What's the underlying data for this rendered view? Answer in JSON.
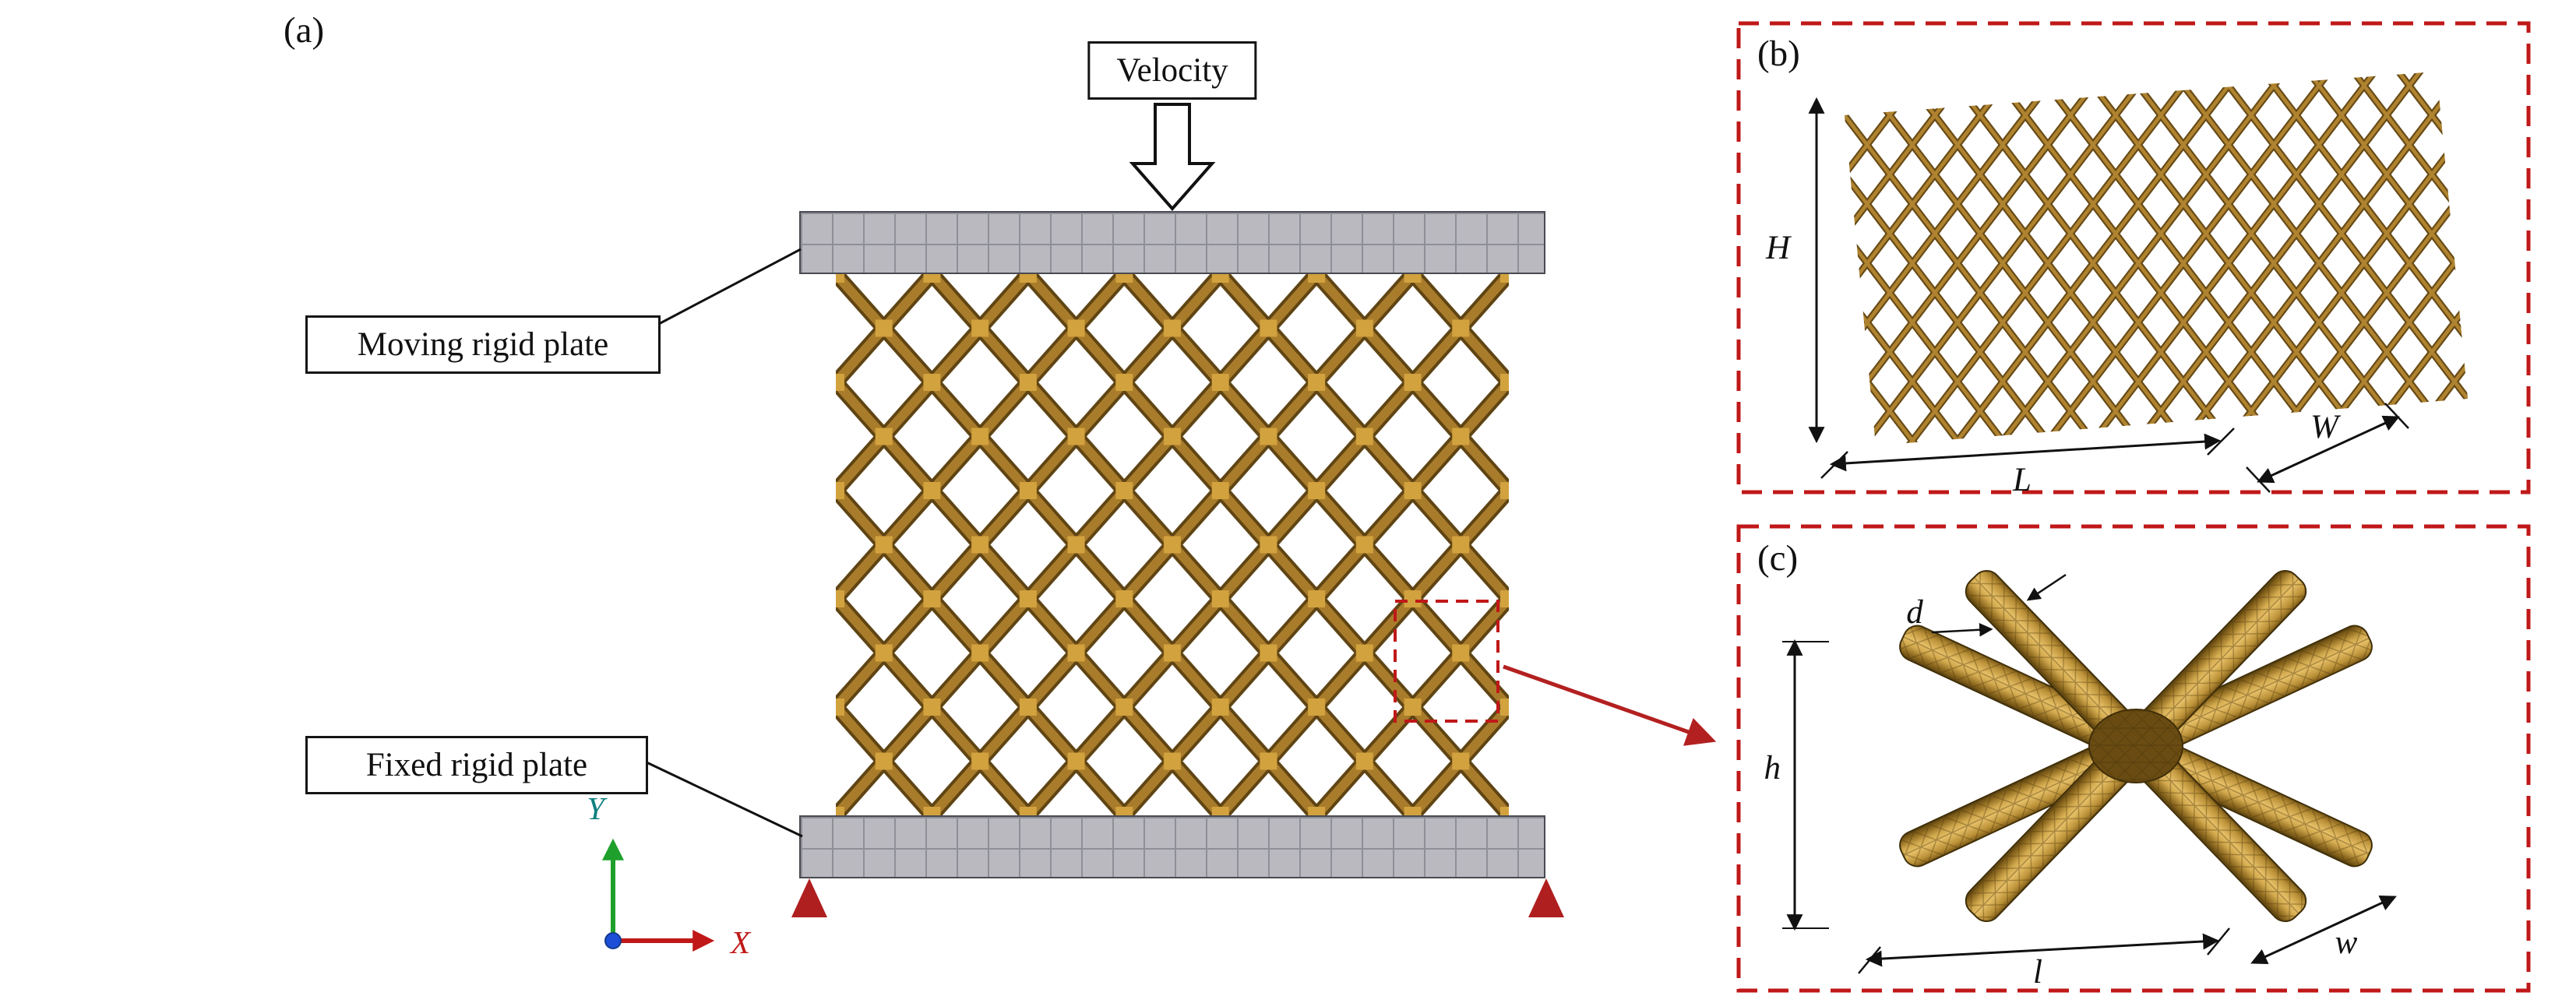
{
  "figure": {
    "panel_a": {
      "label": "(a)",
      "velocity": "Velocity",
      "moving_plate": "Moving rigid plate",
      "fixed_plate": "Fixed rigid plate",
      "axis_x": "X",
      "axis_y": "Y"
    },
    "panel_b": {
      "label": "(b)",
      "dim_height": "H",
      "dim_length": "L",
      "dim_width": "W"
    },
    "panel_c": {
      "label": "(c)",
      "dim_diameter": "d",
      "dim_height": "h",
      "dim_length": "l",
      "dim_width": "w"
    },
    "colors": {
      "lattice_gold": "#a97c2b",
      "lattice_dark": "#5f4413",
      "lattice_node": "#d2a23e",
      "plate_gray": "#b9b9bf",
      "plate_grid": "#8f8f98",
      "support_red": "#b01f1f",
      "frame_dash_red": "#c01818",
      "connector_red": "#b32020",
      "axis_x_red": "#c01818",
      "axis_y_green": "#1fa02c",
      "origin_blue": "#1d4ed8"
    }
  }
}
